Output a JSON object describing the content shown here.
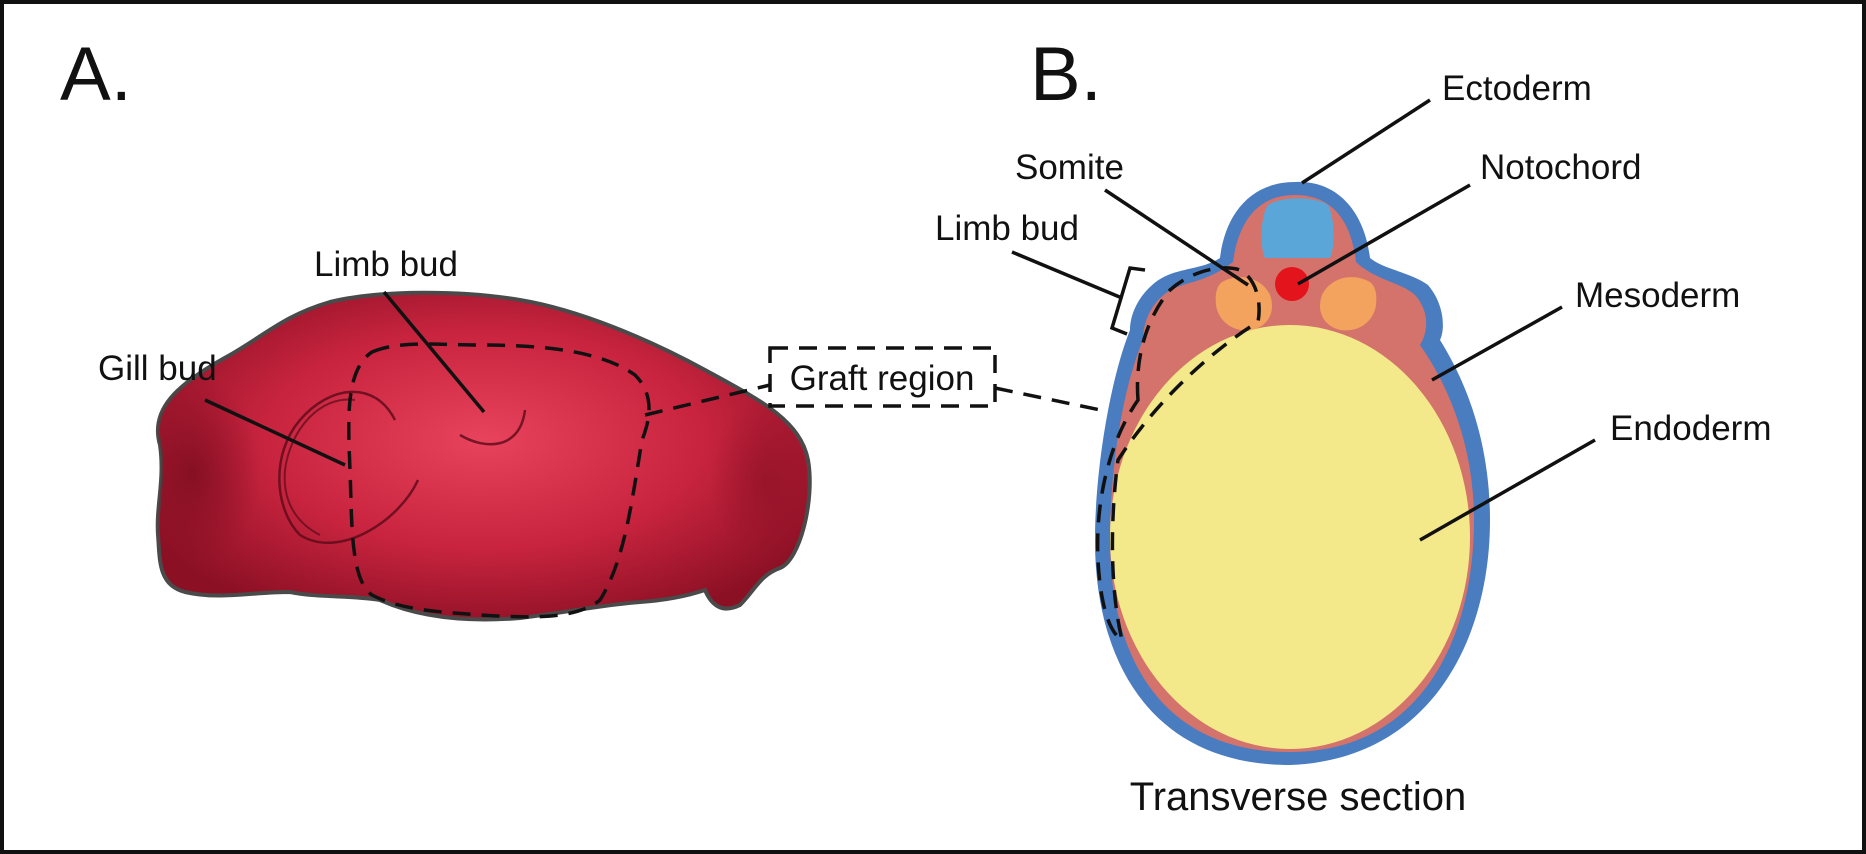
{
  "panels": {
    "a": {
      "letter": "A.",
      "labels": {
        "gill_bud": "Gill bud",
        "limb_bud": "Limb bud"
      }
    },
    "b": {
      "letter": "B.",
      "labels": {
        "ectoderm": "Ectoderm",
        "somite": "Somite",
        "notochord": "Notochord",
        "limb_bud": "Limb bud",
        "mesoderm": "Mesoderm",
        "endoderm": "Endoderm"
      },
      "caption": "Transverse section"
    }
  },
  "graft_label": "Graft region",
  "colors": {
    "embryo_red": "#c9243f",
    "embryo_dark": "#8c1024",
    "embryo_outline": "#4a4a4a",
    "ectoderm_blue": "#4a7cc0",
    "neural_tube_blue": "#5aa6d8",
    "mesoderm_salmon": "#d4736b",
    "somite_orange": "#f4a35f",
    "notochord_red": "#e3141c",
    "endoderm_yellow": "#f3e98a"
  }
}
